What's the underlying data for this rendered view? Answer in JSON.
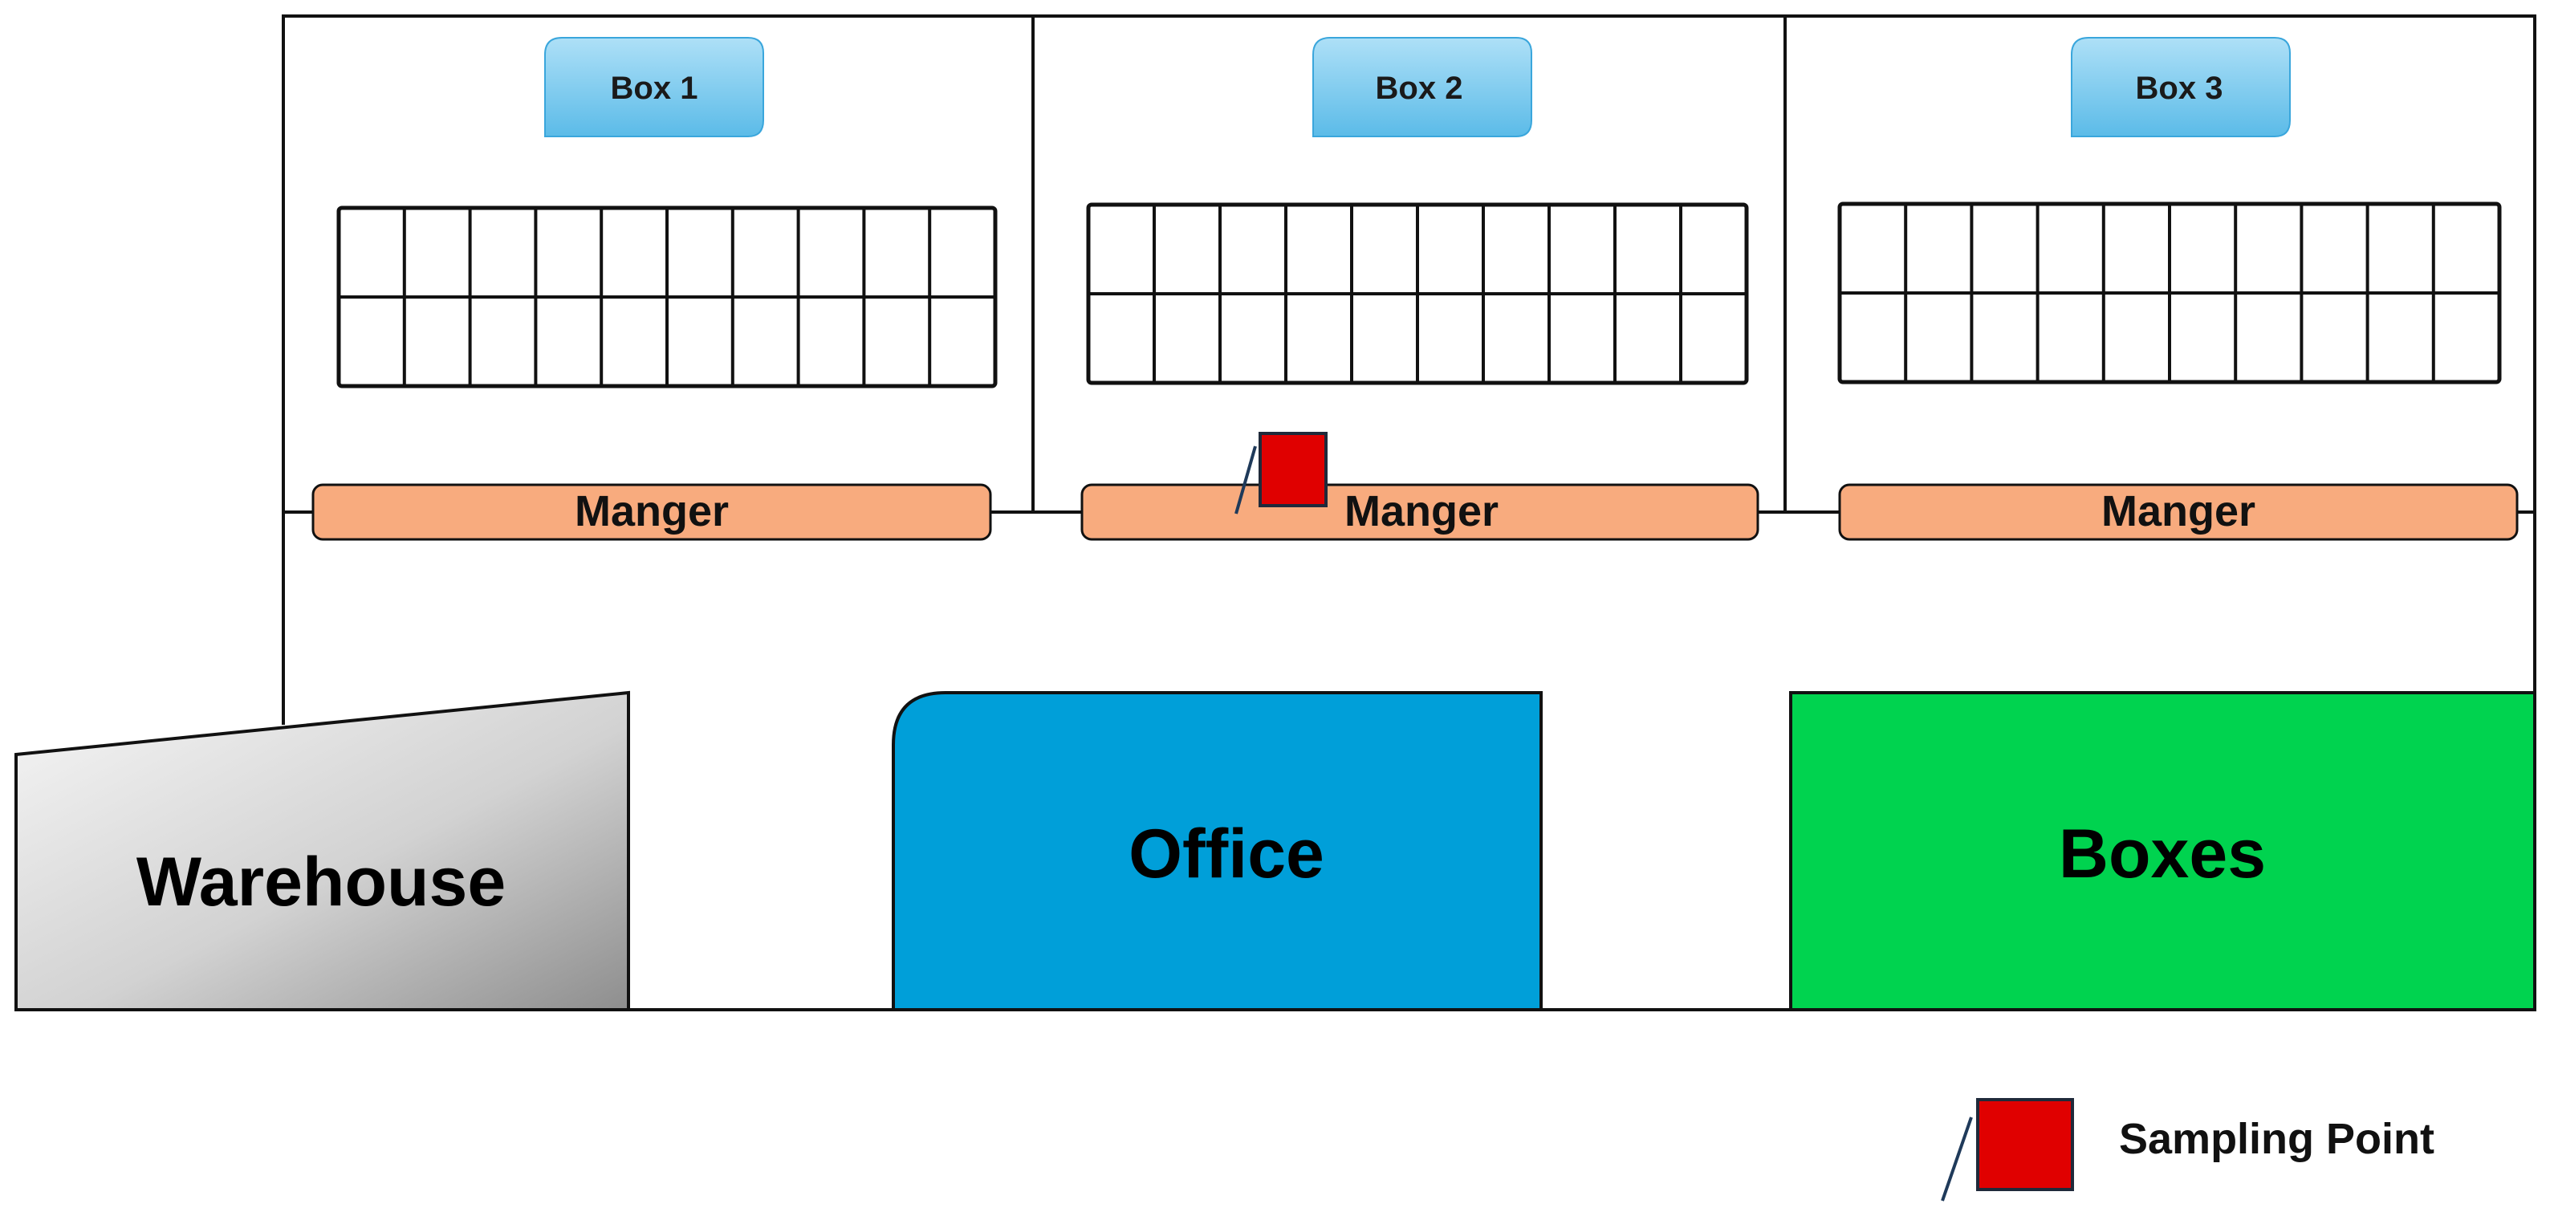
{
  "pens": [
    {
      "box_label": "Box 1",
      "manger_label": "Manger",
      "has_sampling_point": false
    },
    {
      "box_label": "Box 2",
      "manger_label": "Manger",
      "has_sampling_point": true
    },
    {
      "box_label": "Box 3",
      "manger_label": "Manger",
      "has_sampling_point": false
    }
  ],
  "stall_grid": {
    "rows": 2,
    "cols": 10
  },
  "buildings": {
    "warehouse": {
      "label": "Warehouse"
    },
    "office": {
      "label": "Office"
    },
    "boxes": {
      "label": "Boxes"
    }
  },
  "legend": {
    "sampling_point_label": "Sampling Point"
  },
  "colors": {
    "box_tab_top": "#aee0f7",
    "box_tab_bottom": "#5bbbe8",
    "manger": "#f8ab7e",
    "office": "#009fd9",
    "boxes": "#00d34f",
    "sampling_point": "#e00000",
    "warehouse_light": "#f6f6f6",
    "warehouse_dark": "#8e8e8e",
    "outline": "#111111"
  }
}
